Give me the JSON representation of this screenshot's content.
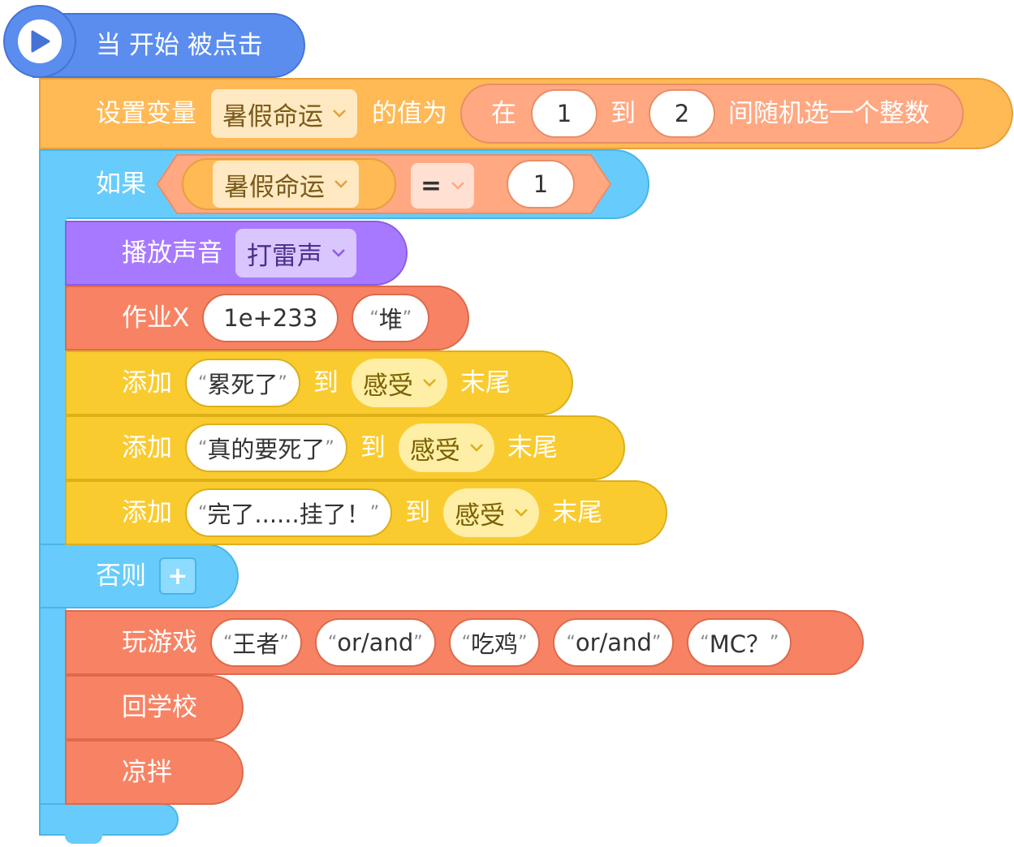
{
  "colors": {
    "event": "#5B8DEF",
    "variable": "#FFB955",
    "control": "#67CCFB",
    "operator": "#FFA882",
    "sound": "#A779FF",
    "list": "#FACB2F",
    "custom": "#F88364"
  },
  "event": {
    "label": "当 开始 被点击",
    "icon": "play-icon"
  },
  "set_var": {
    "label": "设置变量",
    "variable": "暑假命运",
    "mid": "的值为",
    "random": {
      "pre": "在",
      "from": "1",
      "to_label": "到",
      "to": "2",
      "post": "间随机选一个整数"
    }
  },
  "if_block": {
    "label": "如果",
    "var": "暑假命运",
    "op": "=",
    "value": "1"
  },
  "play_sound": {
    "label": "播放声音",
    "sound": "打雷声"
  },
  "homework": {
    "label": "作业X",
    "value": "1e+233",
    "text": "堆"
  },
  "list_adds": [
    {
      "label": "添加",
      "item": "累死了",
      "to": "到",
      "list": "感受",
      "end": "末尾"
    },
    {
      "label": "添加",
      "item": "真的要死了",
      "to": "到",
      "list": "感受",
      "end": "末尾"
    },
    {
      "label": "添加",
      "item": "完了......挂了！",
      "to": "到",
      "list": "感受",
      "end": "末尾"
    }
  ],
  "else_block": {
    "label": "否则",
    "plus": "+"
  },
  "play_game": {
    "label": "玩游戏",
    "items": [
      "王者",
      "or/and",
      "吃鸡",
      "or/and",
      "MC？"
    ]
  },
  "back_school": {
    "label": "回学校"
  },
  "cold_mix": {
    "label": "凉拌"
  },
  "quotes": {
    "open": "“",
    "close": "”"
  }
}
